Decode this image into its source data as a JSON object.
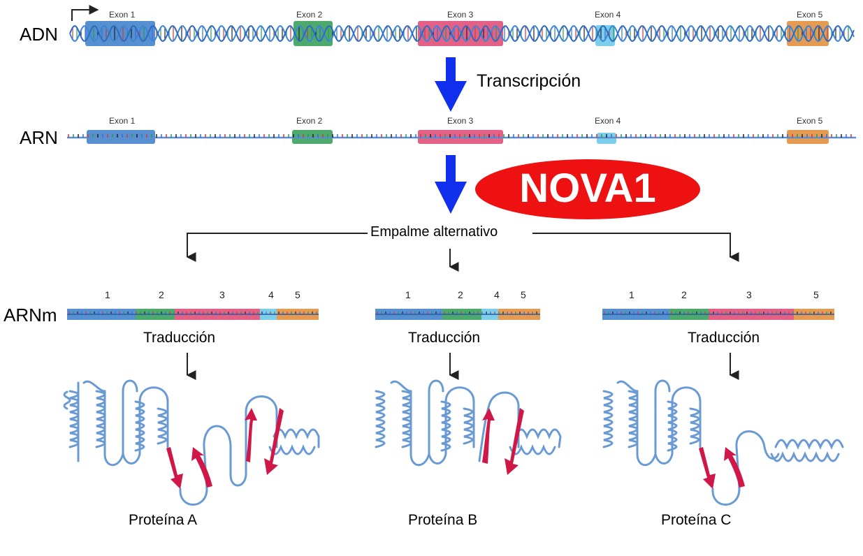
{
  "rows": {
    "dna": "ADN",
    "rna": "ARN",
    "mrna": "ARNm"
  },
  "exon_labels": [
    "Exon  1",
    "Exon 2",
    "Exon  3",
    "Exon 4",
    "Exon 5"
  ],
  "steps": {
    "transcription": "Transcripción",
    "regulator": "NOVA1",
    "splicing": "Empalme alternativo",
    "translation": "Traducción"
  },
  "isoforms": [
    {
      "exons": [
        "1",
        "2",
        "3",
        "4",
        "5"
      ],
      "protein": "Proteína A"
    },
    {
      "exons": [
        "1",
        "2",
        "4",
        "5"
      ],
      "protein": "Proteína B"
    },
    {
      "exons": [
        "1",
        "2",
        "3",
        "5"
      ],
      "protein": "Proteína C"
    }
  ],
  "colors": {
    "exon1": "#3a7cc8",
    "exon2": "#2e9a52",
    "exon3": "#e04470",
    "exon4": "#66c6e6",
    "exon5": "#e08a32",
    "arrow": "#1030ee",
    "badge": "#ee1111",
    "protein": "#6a9ad4",
    "strand": "#d01848"
  }
}
